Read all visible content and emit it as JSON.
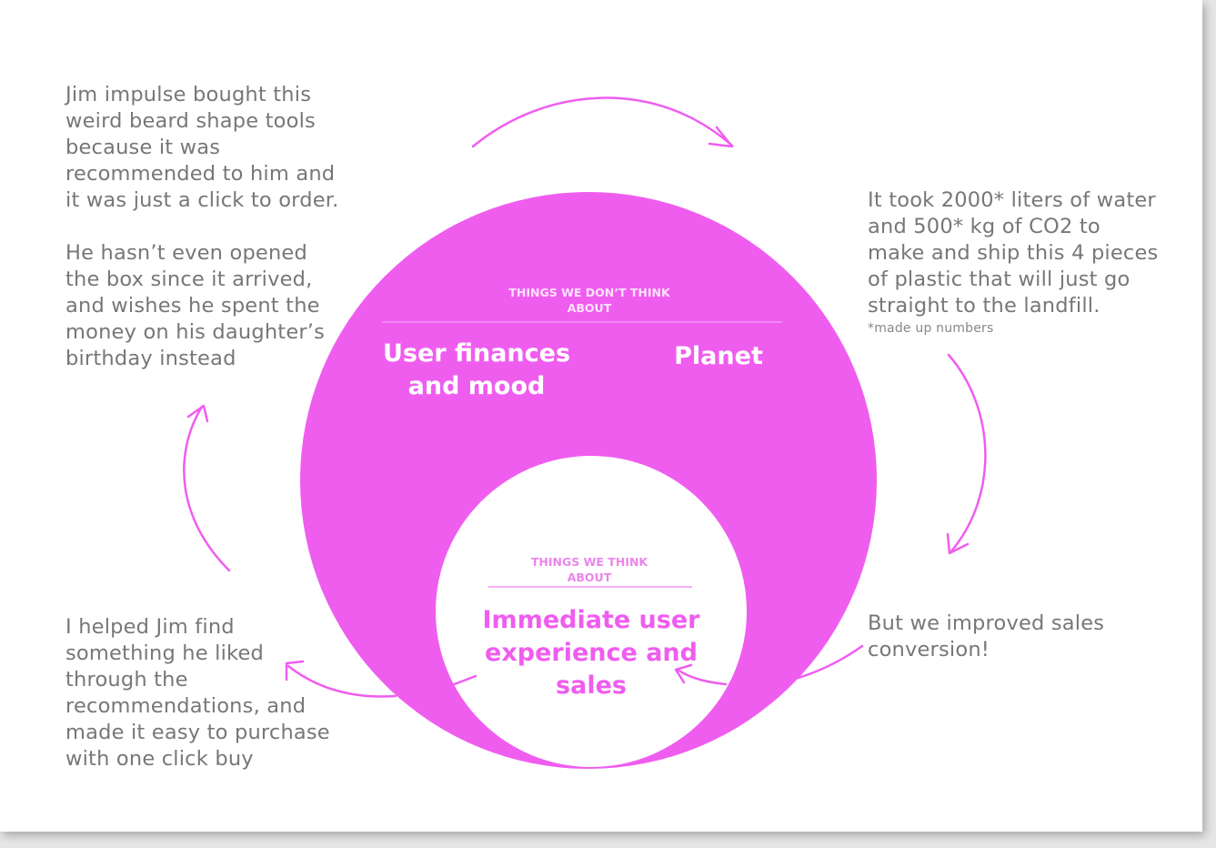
{
  "colors": {
    "accent": "#ef5def",
    "text": "#777777",
    "background": "#ffffff"
  },
  "stories": {
    "top_left": "Jim impulse bought this\nweird beard shape tools\nbecause it was\nrecommended to him and\nit was just a click to order.\n\nHe hasn’t even opened\nthe box since it arrived,\nand wishes he spent the\nmoney on his daughter’s\nbirthday instead",
    "right": "It took 2000* liters of water\nand 500* kg of CO2 to\nmake and ship this 4 pieces\nof plastic that will just go\nstraight to the landfill.",
    "footnote": "*made up numbers",
    "bottom_right": "But we improved sales\nconversion!",
    "bottom_left": "I helped Jim find\nsomething he liked\nthrough the\nrecommendations, and\nmade it easy to purchase\nwith one click buy"
  },
  "outer_circle": {
    "caption": "THINGS WE DON’T THINK\nABOUT",
    "label_left": "User finances\nand mood",
    "label_right": "Planet"
  },
  "inner_circle": {
    "caption": "THINGS WE THINK\nABOUT",
    "label": "Immediate user\nexperience and\nsales"
  }
}
